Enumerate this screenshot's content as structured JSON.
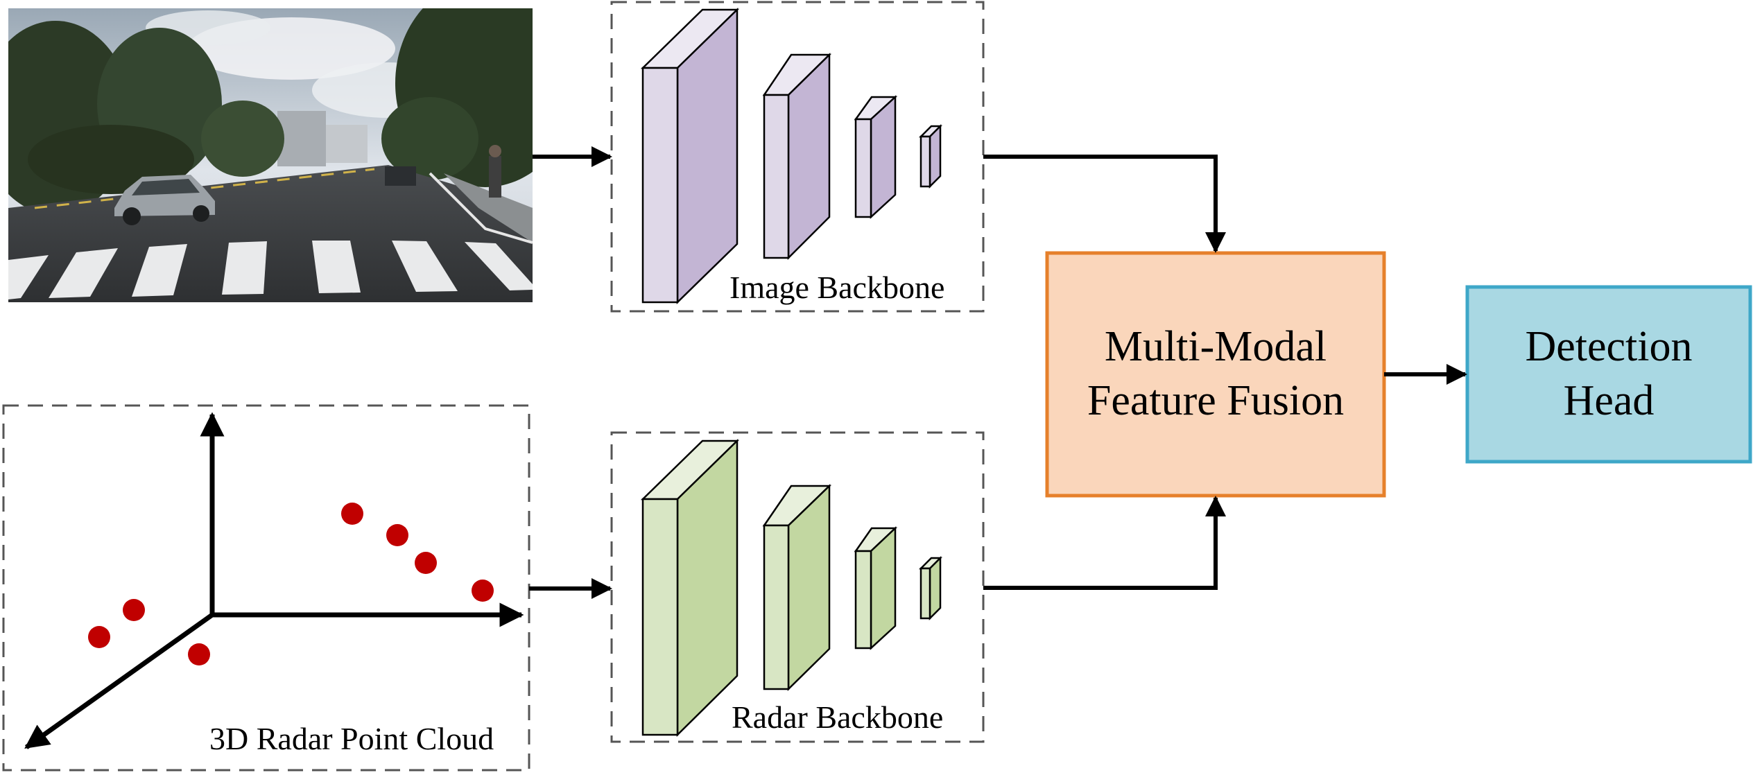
{
  "labels": {
    "image_backbone": "Image Backbone",
    "radar_backbone": "Radar Backbone",
    "radar_point_cloud": "3D Radar Point Cloud",
    "fusion_line1": "Multi-Modal",
    "fusion_line2": "Feature Fusion",
    "head_line1": "Detection",
    "head_line2": "Head"
  },
  "colors": {
    "image_layer_front": "#dfd8e8",
    "image_layer_side": "#c3b5d4",
    "image_layer_top": "#ece8f2",
    "radar_layer_front": "#d8e6c4",
    "radar_layer_side": "#c2d7a1",
    "radar_layer_top": "#e8f0dc",
    "fusion_fill": "#fad6bb",
    "fusion_border": "#e6802b",
    "head_fill": "#a9d8e3",
    "head_border": "#3ea7c8",
    "radar_point": "#c00000"
  },
  "icons": {
    "street_photo": "street-scene-photo",
    "axes": "3d-axes-icon"
  }
}
